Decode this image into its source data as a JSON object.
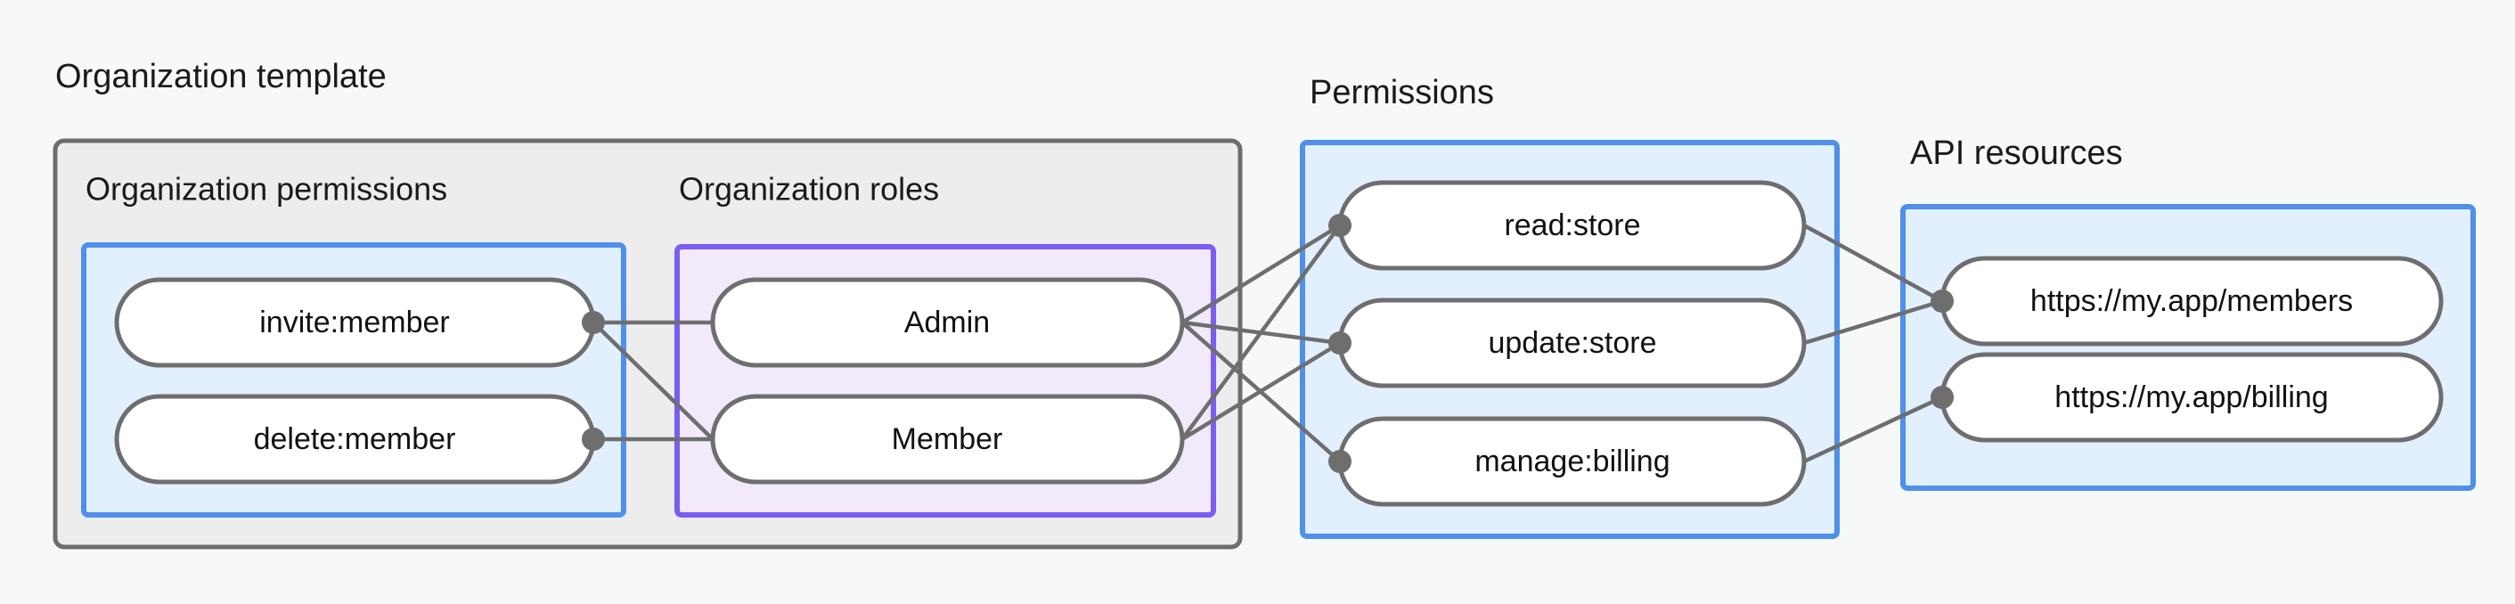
{
  "diagram": {
    "title_hidden": "",
    "groups": [
      {
        "id": "org-template",
        "label": "Organization template"
      },
      {
        "id": "org-permissions",
        "label": "Organization permissions"
      },
      {
        "id": "org-roles",
        "label": "Organization roles"
      },
      {
        "id": "permissions",
        "label": "Permissions"
      },
      {
        "id": "api-resources",
        "label": "API resources"
      }
    ],
    "nodes": {
      "org_permissions": [
        {
          "id": "invite-member",
          "label": "invite:member"
        },
        {
          "id": "delete-member",
          "label": "delete:member"
        }
      ],
      "org_roles": [
        {
          "id": "admin",
          "label": "Admin"
        },
        {
          "id": "member",
          "label": "Member"
        }
      ],
      "permissions": [
        {
          "id": "read-store",
          "label": "read:store"
        },
        {
          "id": "update-store",
          "label": "update:store"
        },
        {
          "id": "manage-billing",
          "label": "manage:billing"
        }
      ],
      "api_resources": [
        {
          "id": "members-url",
          "label": "https://my.app/members"
        },
        {
          "id": "billing-url",
          "label": "https://my.app/billing"
        }
      ]
    },
    "edges": [
      {
        "from": "invite-member",
        "to": "admin"
      },
      {
        "from": "invite-member",
        "to": "member"
      },
      {
        "from": "delete-member",
        "to": "member"
      },
      {
        "from": "admin",
        "to": "read-store"
      },
      {
        "from": "admin",
        "to": "update-store"
      },
      {
        "from": "admin",
        "to": "manage-billing"
      },
      {
        "from": "member",
        "to": "read-store"
      },
      {
        "from": "member",
        "to": "update-store"
      },
      {
        "from": "read-store",
        "to": "members-url"
      },
      {
        "from": "update-store",
        "to": "members-url"
      },
      {
        "from": "manage-billing",
        "to": "billing-url"
      }
    ],
    "colors": {
      "background": "#F7F8F8",
      "outer_fill": "#ECEDEC",
      "outer_stroke": "#6E6E6E",
      "blue_fill": "#E2F0FD",
      "blue_stroke": "#4D90F0",
      "purple_fill": "#F2EAFB",
      "purple_stroke": "#7B5CFA",
      "node_fill": "#FFFFFF",
      "node_stroke": "#6E6E6E",
      "edge": "#6E6E6E",
      "text": "#1A1A1A"
    }
  }
}
